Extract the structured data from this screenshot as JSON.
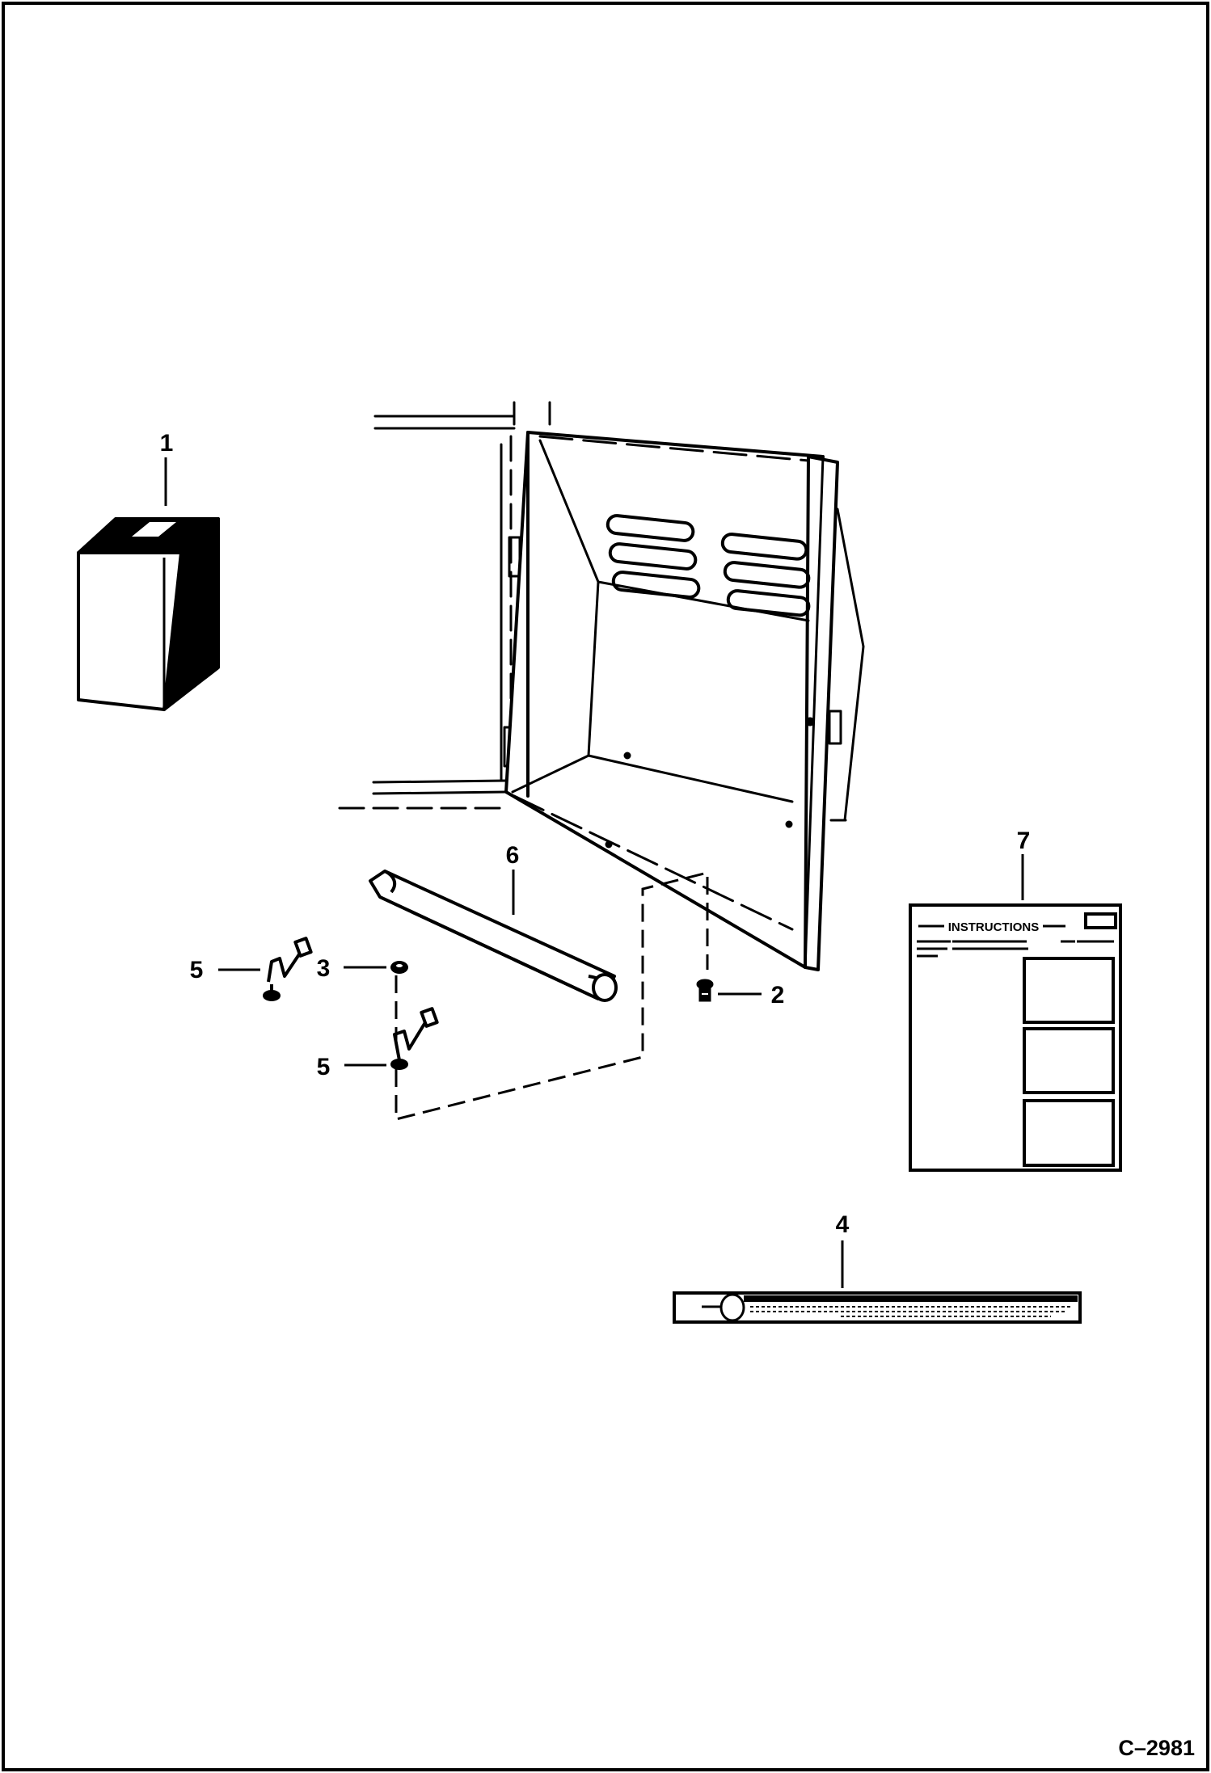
{
  "figure": {
    "id": "C–2981"
  },
  "callouts": [
    {
      "num": "1",
      "part": "Battery"
    },
    {
      "num": "2",
      "part": "Screw"
    },
    {
      "num": "3",
      "part": "Washer"
    },
    {
      "num": "4",
      "part": "Decal strip"
    },
    {
      "num": "5",
      "part": "Clip"
    },
    {
      "num": "5",
      "part": "Clip"
    },
    {
      "num": "6",
      "part": "Trim strip"
    },
    {
      "num": "7",
      "part": "Instruction sheet"
    }
  ],
  "instruction_sheet": {
    "heading": "INSTRUCTIONS"
  }
}
